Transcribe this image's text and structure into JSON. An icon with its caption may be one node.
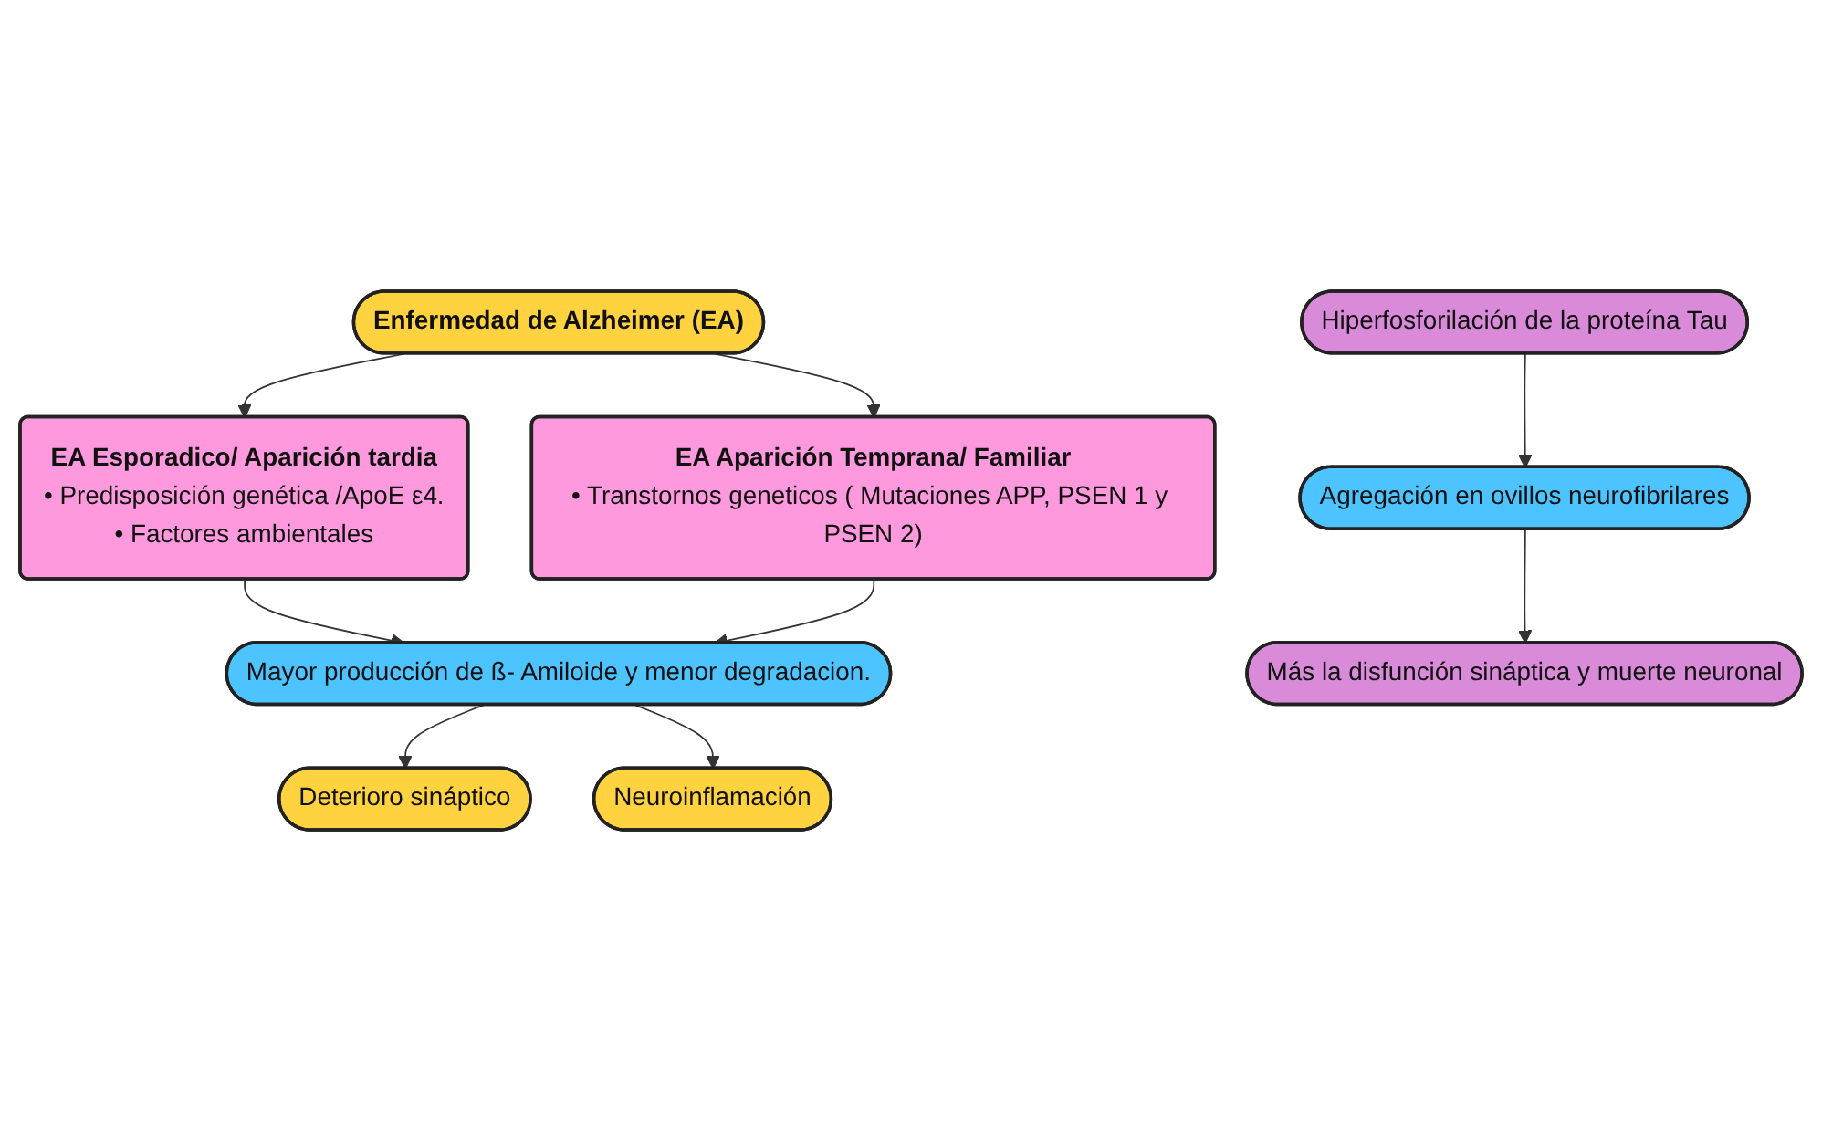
{
  "diagram": {
    "nodes": [
      {
        "text": [
          "Enfermedad de Alzheimer (EA)"
        ]
      },
      {
        "text": [
          "EA Esporadico/ Aparición tardia",
          "• Predisposición genética /ApoE ε4.",
          "• Factores ambientales"
        ]
      },
      {
        "text": [
          "EA Aparición Temprana/ Familiar",
          "• Transtornos geneticos ( Mutaciones APP, PSEN 1 y PSEN 2)"
        ]
      },
      {
        "text": [
          "Mayor producción de  ß- Amiloide  y menor degradacion."
        ]
      },
      {
        "text": [
          "Deterioro sináptico"
        ]
      },
      {
        "text": [
          "Neuroinflamación"
        ]
      },
      {
        "text": [
          "Hiperfosforilación de la proteína Tau"
        ]
      },
      {
        "text": [
          "Agregación en ovillos neurofibrilares"
        ]
      },
      {
        "text": [
          "Más la disfunción sináptica y muerte neuronal"
        ]
      }
    ],
    "edges": [
      {
        "from": 0,
        "to": 1,
        "arrow": "to"
      },
      {
        "from": 0,
        "to": 2,
        "arrow": "to"
      },
      {
        "from": 1,
        "to": 3,
        "arrow": "to"
      },
      {
        "from": 2,
        "to": 3,
        "arrow": "to"
      },
      {
        "from": 3,
        "to": 4,
        "arrow": "to"
      },
      {
        "from": 3,
        "to": 5,
        "arrow": "to"
      },
      {
        "from": 6,
        "to": 7,
        "arrow": "to"
      },
      {
        "from": 7,
        "to": 8,
        "arrow": "to"
      }
    ]
  }
}
